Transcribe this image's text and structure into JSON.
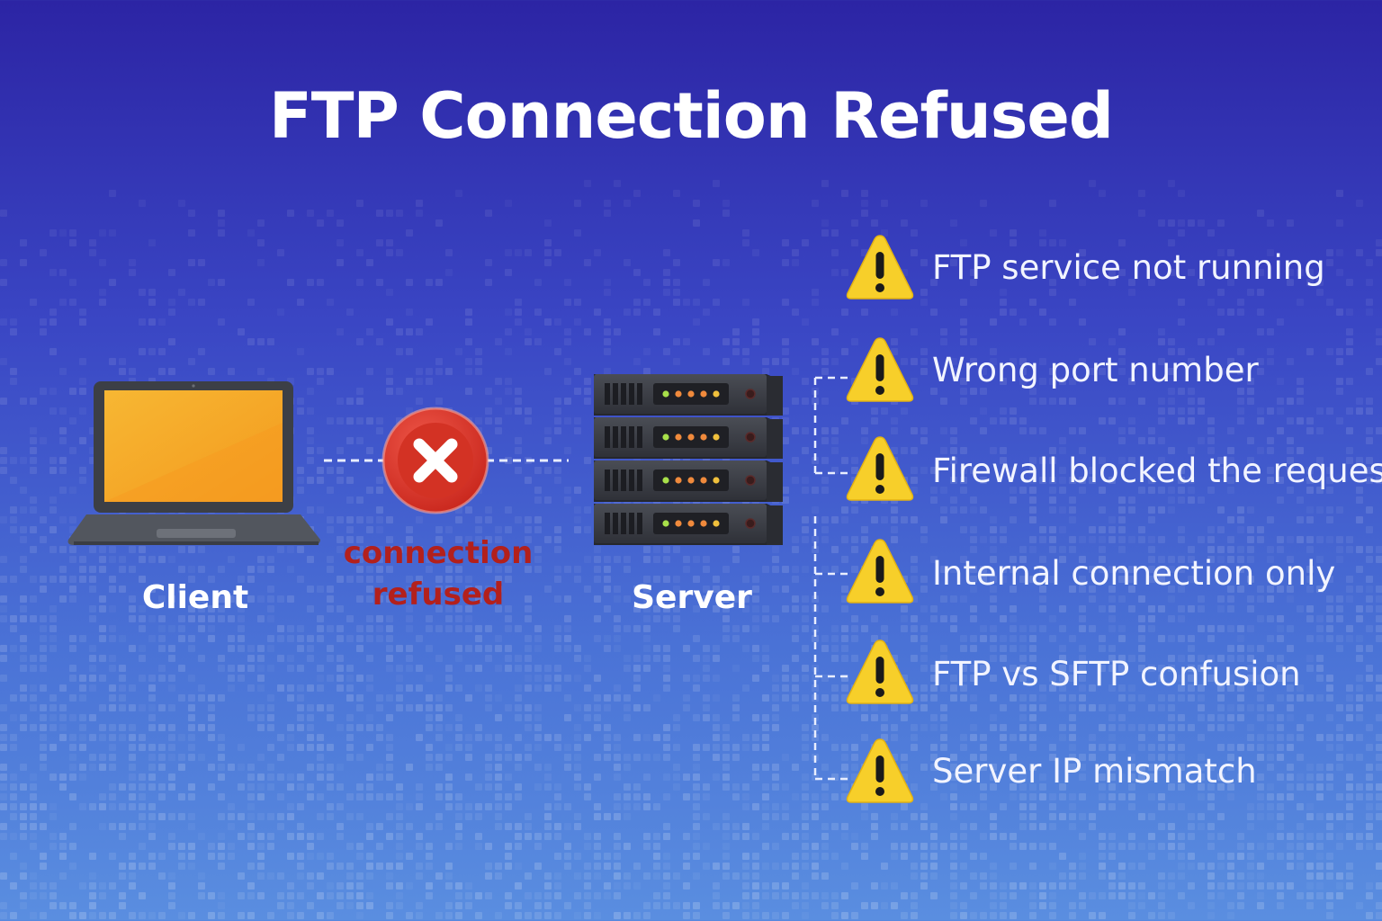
{
  "title": "FTP Connection Refused",
  "client": {
    "label": "Client",
    "icon": "laptop-icon"
  },
  "server": {
    "label": "Server",
    "icon": "server-rack-icon"
  },
  "status": {
    "line1": "connection",
    "line2": "refused",
    "icon": "error-x-icon",
    "color": "#b3201c"
  },
  "causes": [
    {
      "label": "FTP service not running",
      "icon": "warning-icon"
    },
    {
      "label": "Wrong port number",
      "icon": "warning-icon"
    },
    {
      "label": "Firewall blocked the request",
      "icon": "warning-icon"
    },
    {
      "label": "Internal connection only",
      "icon": "warning-icon"
    },
    {
      "label": "FTP vs SFTP confusion",
      "icon": "warning-icon"
    },
    {
      "label": "Server IP mismatch",
      "icon": "warning-icon"
    }
  ],
  "colors": {
    "background_top": "#2c24a4",
    "background_bottom": "#5a8ee0",
    "laptop_screen": "#f5a623",
    "warning_yellow": "#f7cf2a",
    "error_red": "#e0392b"
  }
}
